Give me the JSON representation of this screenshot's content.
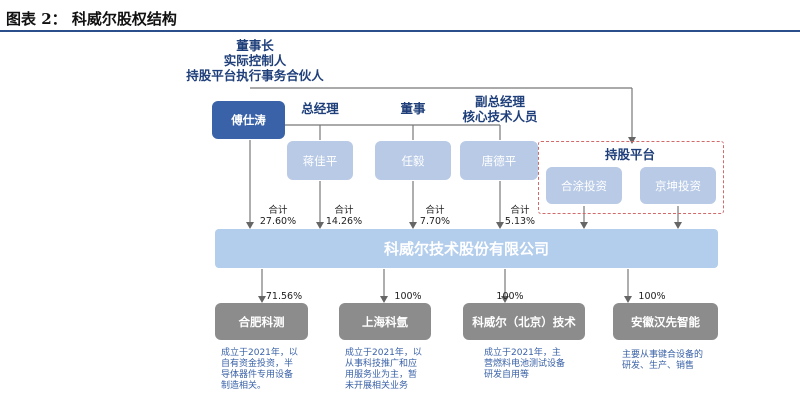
{
  "figure": {
    "title": "图表 2：  科威尔股权结构"
  },
  "roles": {
    "chairman": [
      "董事长",
      "实际控制人",
      "持股平台执行事务合伙人"
    ],
    "gm": "总经理",
    "director": "董事",
    "vp": [
      "副总经理",
      "核心技术人员"
    ],
    "platform": "持股平台"
  },
  "shareholders": {
    "fu": "傅仕涛",
    "jiang": "蒋佳平",
    "ren": "任毅",
    "tang": "唐德平",
    "hetu": "合涂投资",
    "jingkun": "京坤投资"
  },
  "shares": {
    "fu": [
      "合计",
      "27.60%"
    ],
    "jiang": [
      "合计",
      "14.26%"
    ],
    "ren": [
      "合计",
      "7.70%"
    ],
    "tang": [
      "合计",
      "5.13%"
    ]
  },
  "company": "科威尔技术股份有限公司",
  "subsidiaries": [
    {
      "name": "合肥科测",
      "pct": "71.56%",
      "desc": [
        "成立于2021年，以",
        "自有资金投资，半",
        "导体器件专用设备",
        "制造相关。"
      ]
    },
    {
      "name": "上海科氩",
      "pct": "100%",
      "desc": [
        "成立于2021年，以",
        "从事科技推广和应",
        "用服务业为主，暂",
        "未开展相关业务"
      ]
    },
    {
      "name": "科威尔（北京）技术",
      "pct": "100%",
      "desc": [
        "成立于2021年，主",
        "营燃料电池测试设备",
        "研发自用等"
      ]
    },
    {
      "name": "安徽汉先智能",
      "pct": "100%",
      "desc": [
        "主要从事键合设备的",
        "研发、生产、销售"
      ]
    }
  ]
}
